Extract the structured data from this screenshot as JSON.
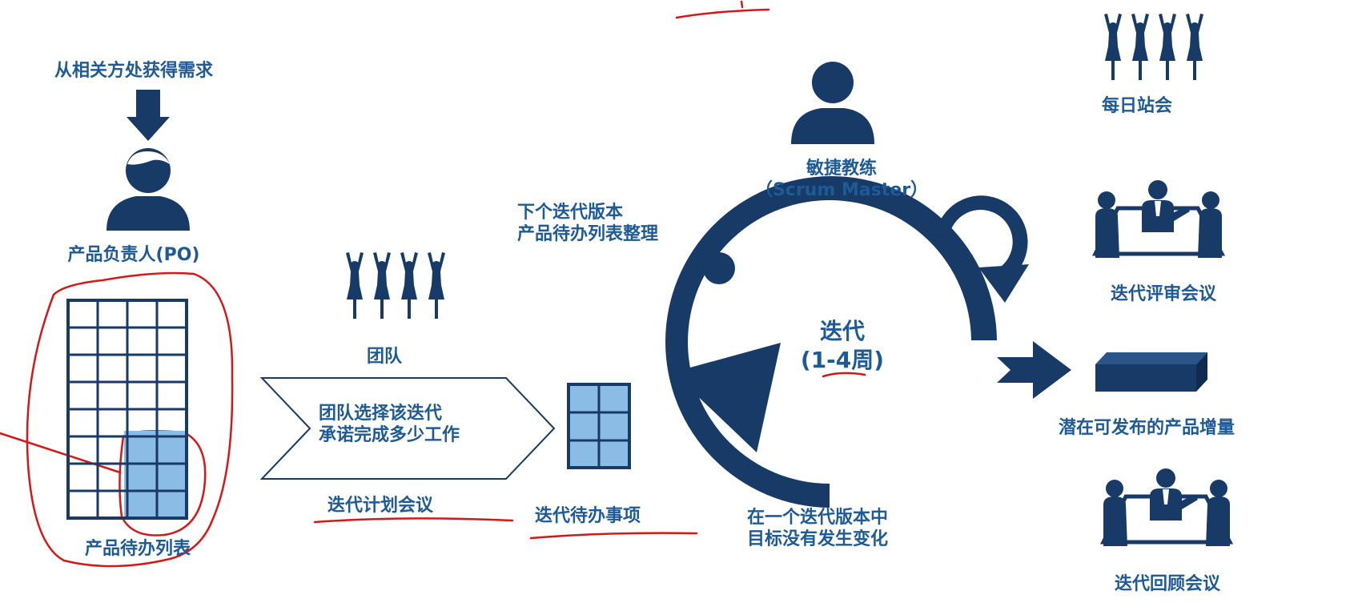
{
  "colors": {
    "primary": "#173a66",
    "text": "#1e5a96",
    "light_cell": "#8bbce6",
    "annotation": "#d41818",
    "background": "#ffffff"
  },
  "labels": {
    "requirements": "从相关方处获得需求",
    "product_owner": "产品负责人(PO)",
    "product_backlog": "产品待办列表",
    "team": "团队",
    "team_commit_line1": "团队选择该迭代",
    "team_commit_line2": "承诺完成多少工作",
    "sprint_planning": "迭代计划会议",
    "refinement_line1": "下个迭代版本",
    "refinement_line2": "产品待办列表整理",
    "sprint_backlog": "迭代待办事项",
    "scrum_master_line1": "敏捷教练",
    "scrum_master_line2": "（Scrum Master）",
    "sprint_line1": "迭代",
    "sprint_line2": "(1-4周)",
    "no_change_line1": "在一个迭代版本中",
    "no_change_line2": "目标没有发生变化",
    "daily_standup": "每日站会",
    "sprint_review": "迭代评审会议",
    "increment": "潜在可发布的产品增量",
    "retrospective": "迭代回顾会议"
  },
  "icons": {
    "arrow_down": "arrow-down-icon",
    "product_owner": "person-icon",
    "product_backlog": "grid-icon",
    "team": "team-cheer-icon",
    "commit": "chevron-arrow-icon",
    "sprint_backlog": "grid-icon",
    "scrum_master": "person-icon",
    "sprint_cycle": "cycle-arrow-icon",
    "daily_cycle": "small-cycle-arrow-icon",
    "daily_standup": "team-cheer-icon",
    "sprint_review": "meeting-icon",
    "output_arrow": "arrow-right-icon",
    "increment": "product-block-icon",
    "retrospective": "meeting-icon"
  }
}
